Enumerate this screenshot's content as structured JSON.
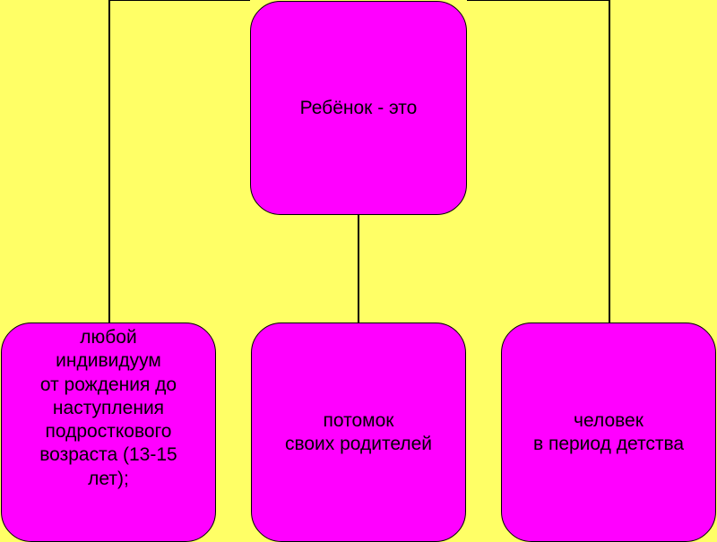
{
  "diagram": {
    "root": {
      "text": "Ребёнок - это"
    },
    "children": [
      {
        "text": "любой\nиндивидуум\n от рождения до\n наступления\nподросткового\nвозраста (13-15\nлет);"
      },
      {
        "text": "потомок\nсвоих родителей"
      },
      {
        "text": "человек\n в период детства"
      }
    ]
  },
  "colors": {
    "background": "#ffff66",
    "node_fill": "#ff00ff",
    "line": "#000000"
  }
}
